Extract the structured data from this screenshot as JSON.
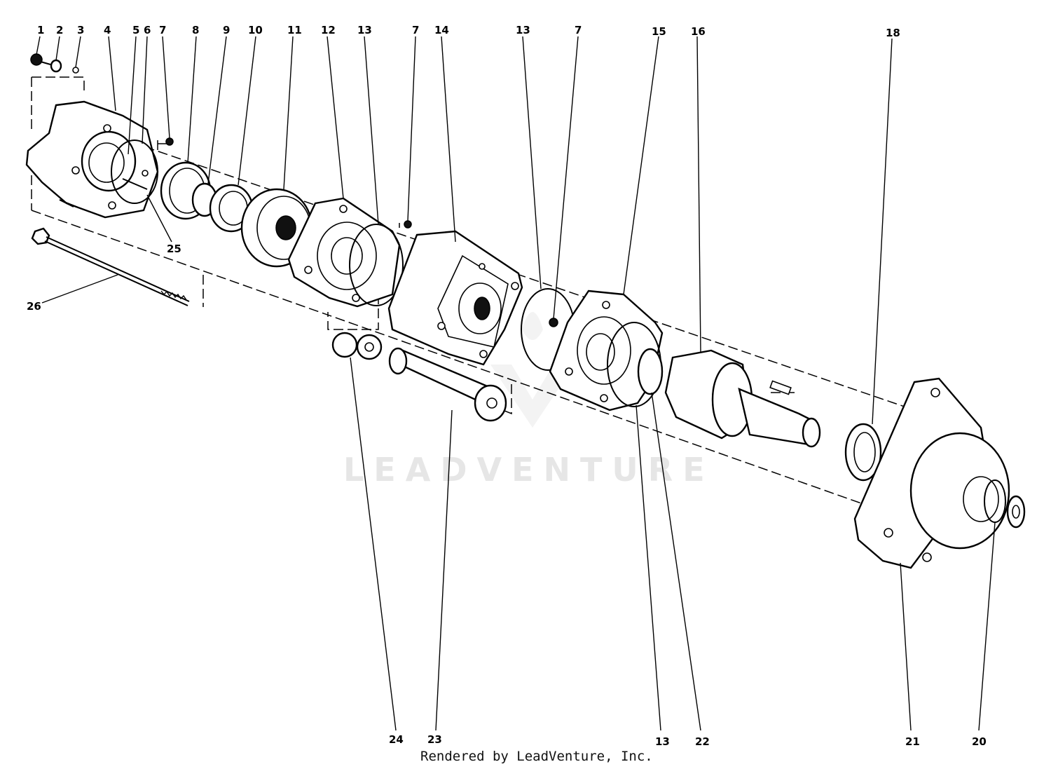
{
  "watermark": {
    "brand": "LEADVENTURE"
  },
  "credit": "Rendered by LeadVenture, Inc.",
  "callouts": {
    "c1": "1",
    "c2": "2",
    "c3": "3",
    "c4": "4",
    "c5": "5",
    "c6": "6",
    "c7a": "7",
    "c8": "8",
    "c9": "9",
    "c10": "10",
    "c11": "11",
    "c12": "12",
    "c13a": "13",
    "c7b": "7",
    "c14": "14",
    "c13b": "13",
    "c7c": "7",
    "c15": "15",
    "c16": "16",
    "c18": "18",
    "c25": "25",
    "c26": "26",
    "c24": "24",
    "c23": "23",
    "c13c": "13",
    "c22": "22",
    "c21": "21",
    "c20": "20"
  }
}
